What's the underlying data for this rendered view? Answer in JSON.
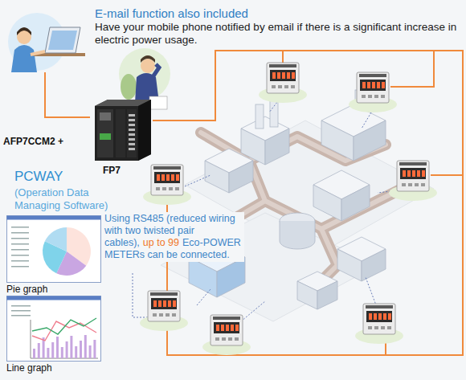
{
  "diagram": {
    "nodes": [
      {
        "text": [
          "E-mail function also included",
          "Have your mobile phone notified by email if there is a significant increase in electric power usage."
        ]
      },
      {
        "text": [
          "AFP7CCM2 +",
          "FP7"
        ]
      },
      {
        "text": [
          "Pie graph"
        ]
      },
      {
        "text": [
          "Line graph"
        ]
      }
    ],
    "edges": [
      {
        "from": 0,
        "to": 1,
        "arrow": "none"
      }
    ],
    "labels": [
      "PCWAY",
      "(Operation Data Managing Software)",
      "Using RS485 (reduced wiring with two twisted pair cables),",
      "up to 99",
      "Eco-POWER METERs can be connected."
    ]
  }
}
